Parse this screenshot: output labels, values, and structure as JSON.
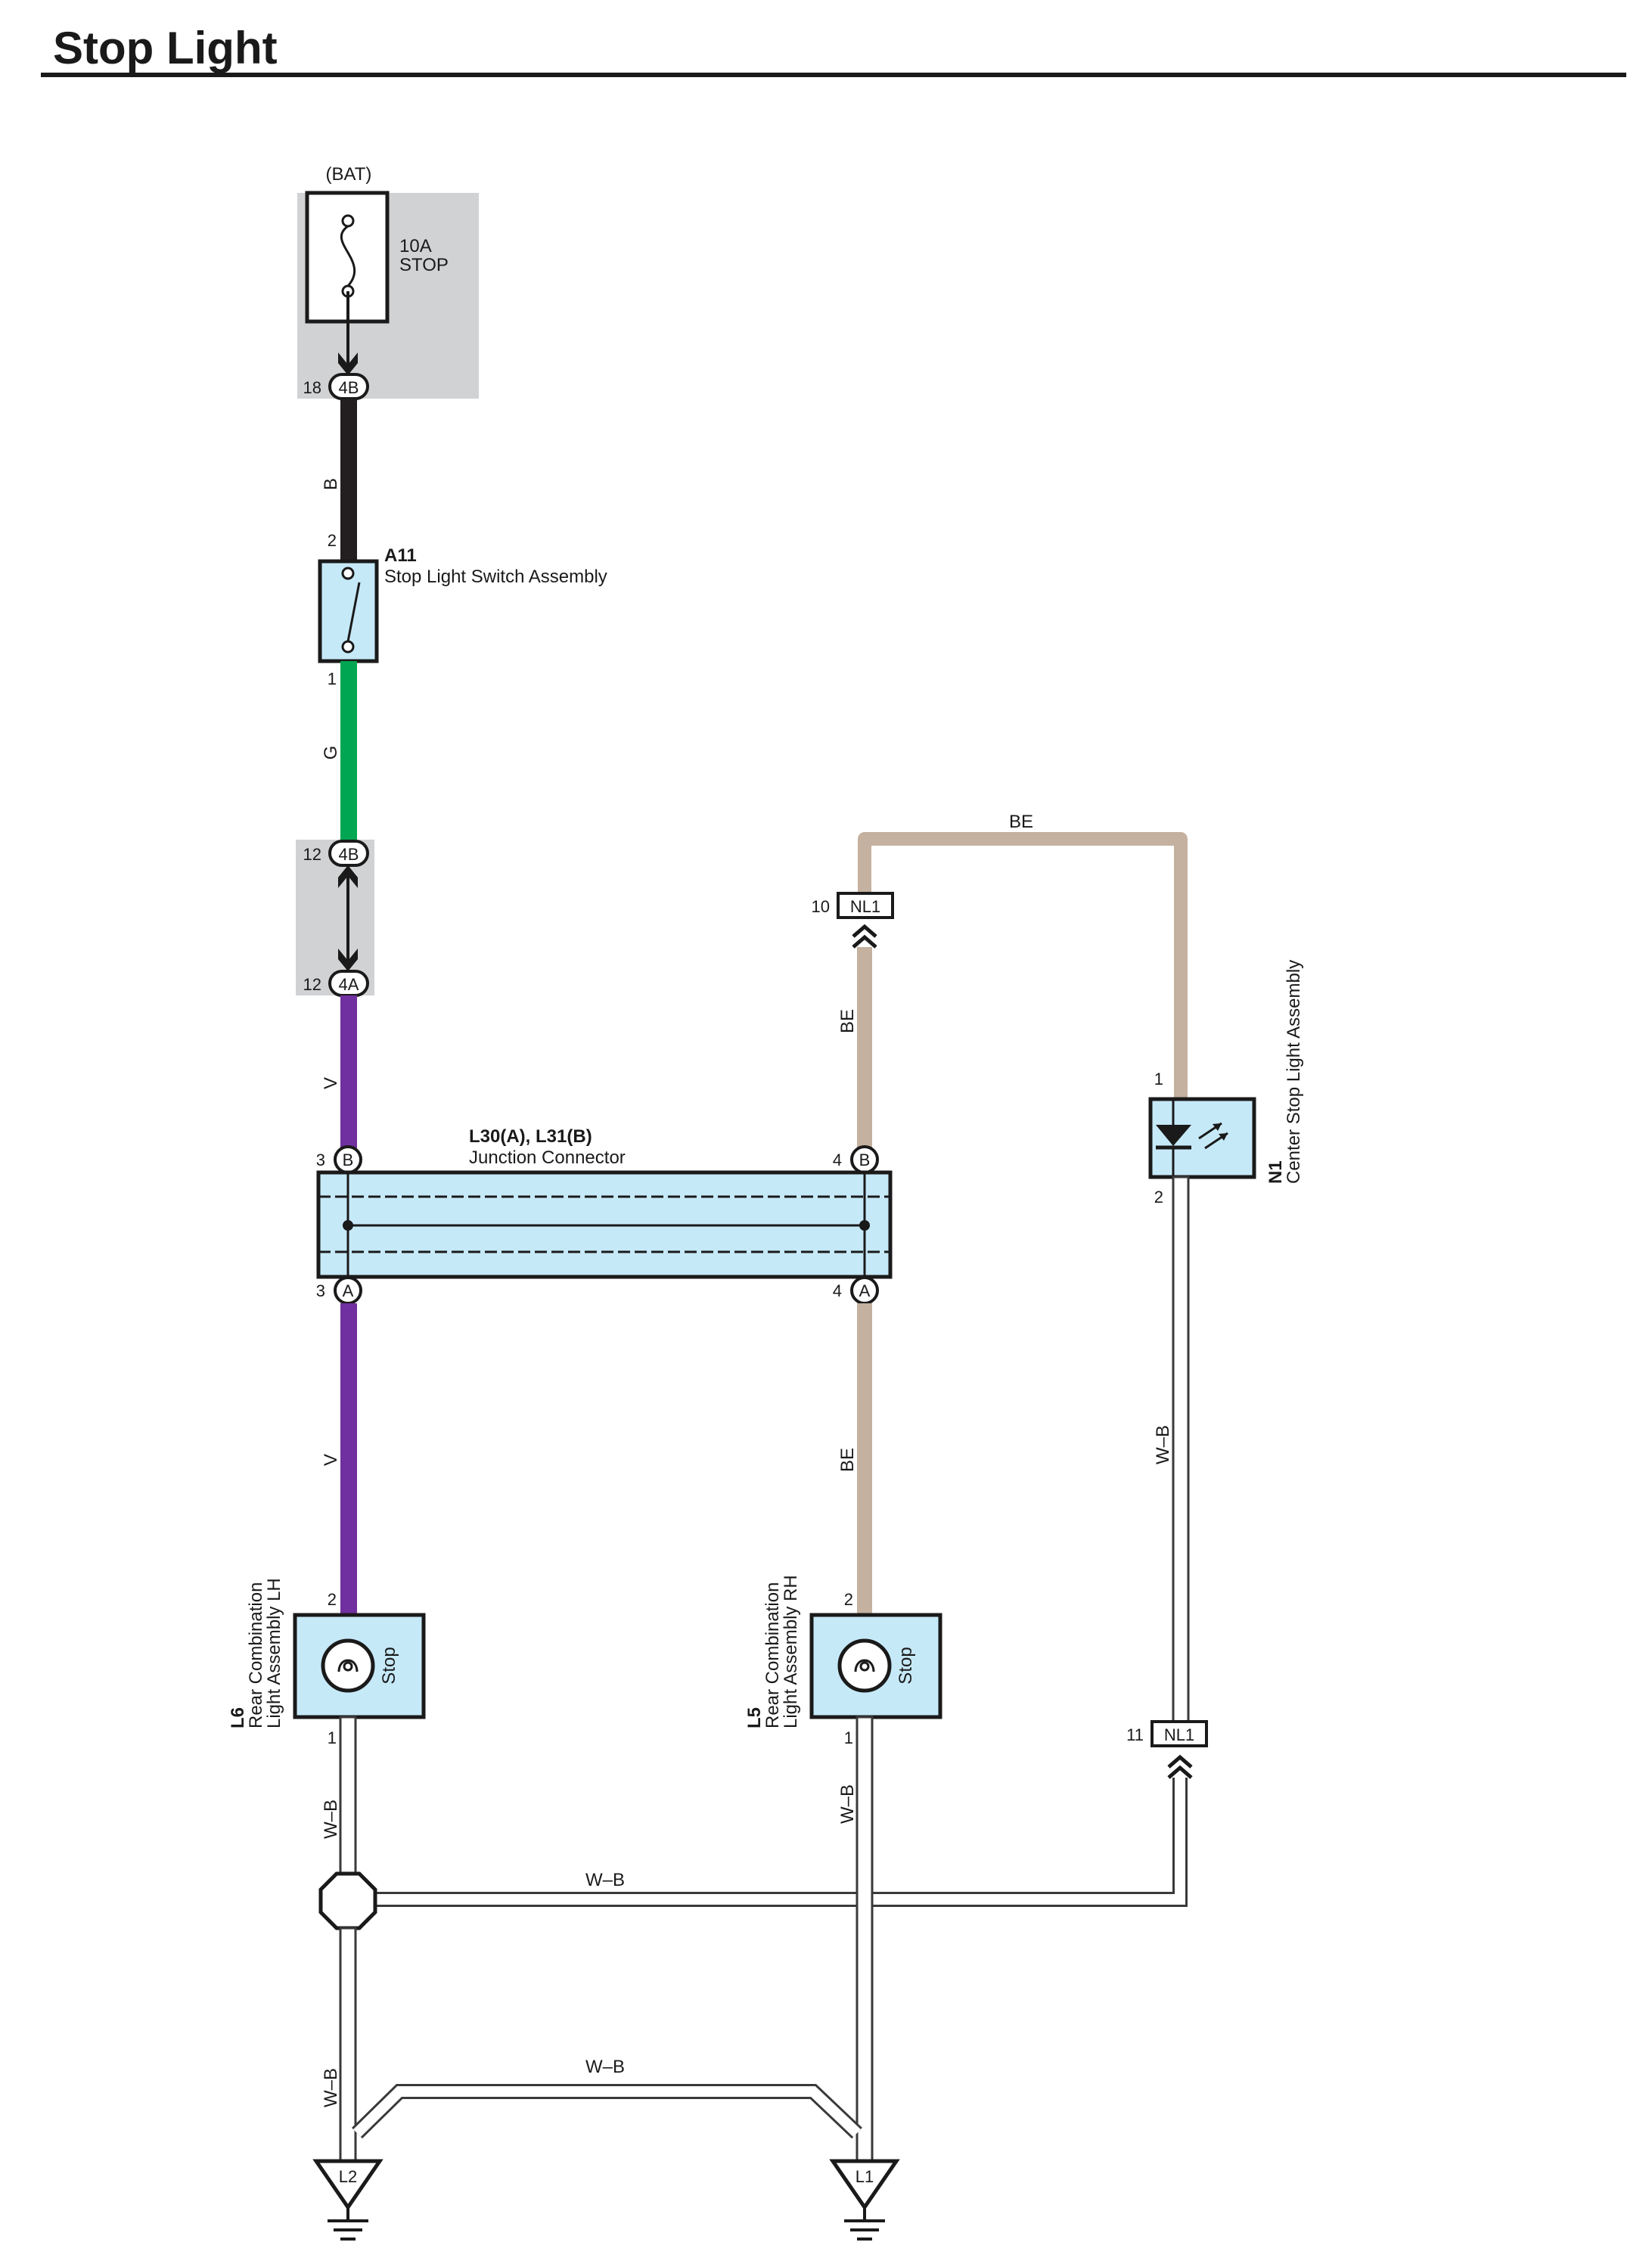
{
  "page": {
    "title": "Stop Light"
  },
  "colors": {
    "wire_black": "#231f20",
    "wire_green": "#00a651",
    "wire_violet": "#7030a0",
    "wire_beige": "#c4b19f",
    "wire_white_black_outline": "#3a3a3a",
    "component_fill": "#c6e9f8",
    "junction_block_fill": "#d1d2d4"
  },
  "fuse": {
    "source": "(BAT)",
    "rating": "10A",
    "name": "STOP",
    "connector": "4B",
    "pin": "18"
  },
  "stop_switch": {
    "code": "A11",
    "name": "Stop Light Switch Assembly",
    "pin_top": "2",
    "pin_bottom": "1"
  },
  "junction_pass": {
    "top_connector": "4B",
    "top_pin": "12",
    "bottom_connector": "4A",
    "bottom_pin": "12"
  },
  "junction_connector": {
    "code": "L30(A), L31(B)",
    "name": "Junction Connector",
    "left_top_pin": "3",
    "left_top_letter": "B",
    "right_top_pin": "4",
    "right_top_letter": "B",
    "left_bottom_pin": "3",
    "left_bottom_letter": "A",
    "right_bottom_pin": "4",
    "right_bottom_letter": "A"
  },
  "connector_nl1_top": {
    "code": "NL1",
    "pin": "10"
  },
  "connector_nl1_bottom": {
    "code": "NL1",
    "pin": "11"
  },
  "center_stop": {
    "code": "N1",
    "name": "Center Stop Light Assembly",
    "pin_top": "1",
    "pin_bottom": "2"
  },
  "rear_lh": {
    "code": "L6",
    "name_line1": "Rear Combination",
    "name_line2": "Light Assembly LH",
    "function": "Stop",
    "pin_top": "2",
    "pin_bottom": "1"
  },
  "rear_rh": {
    "code": "L5",
    "name_line1": "Rear Combination",
    "name_line2": "Light Assembly RH",
    "function": "Stop",
    "pin_top": "2",
    "pin_bottom": "1"
  },
  "grounds": {
    "left": "L2",
    "right": "L1"
  },
  "wires": {
    "fuse_to_switch": "B",
    "switch_to_junction": "G",
    "junction_to_connector": "V",
    "connector_to_lh": "V",
    "nl1_to_connector": "BE",
    "top_loop": "BE",
    "connector_to_rh": "BE",
    "center_ground": "W–B",
    "lh_ground": "W–B",
    "rh_ground": "W–B",
    "splice_horizontal": "W–B",
    "lower_ground_left": "W–B",
    "lower_crossover": "W–B"
  }
}
